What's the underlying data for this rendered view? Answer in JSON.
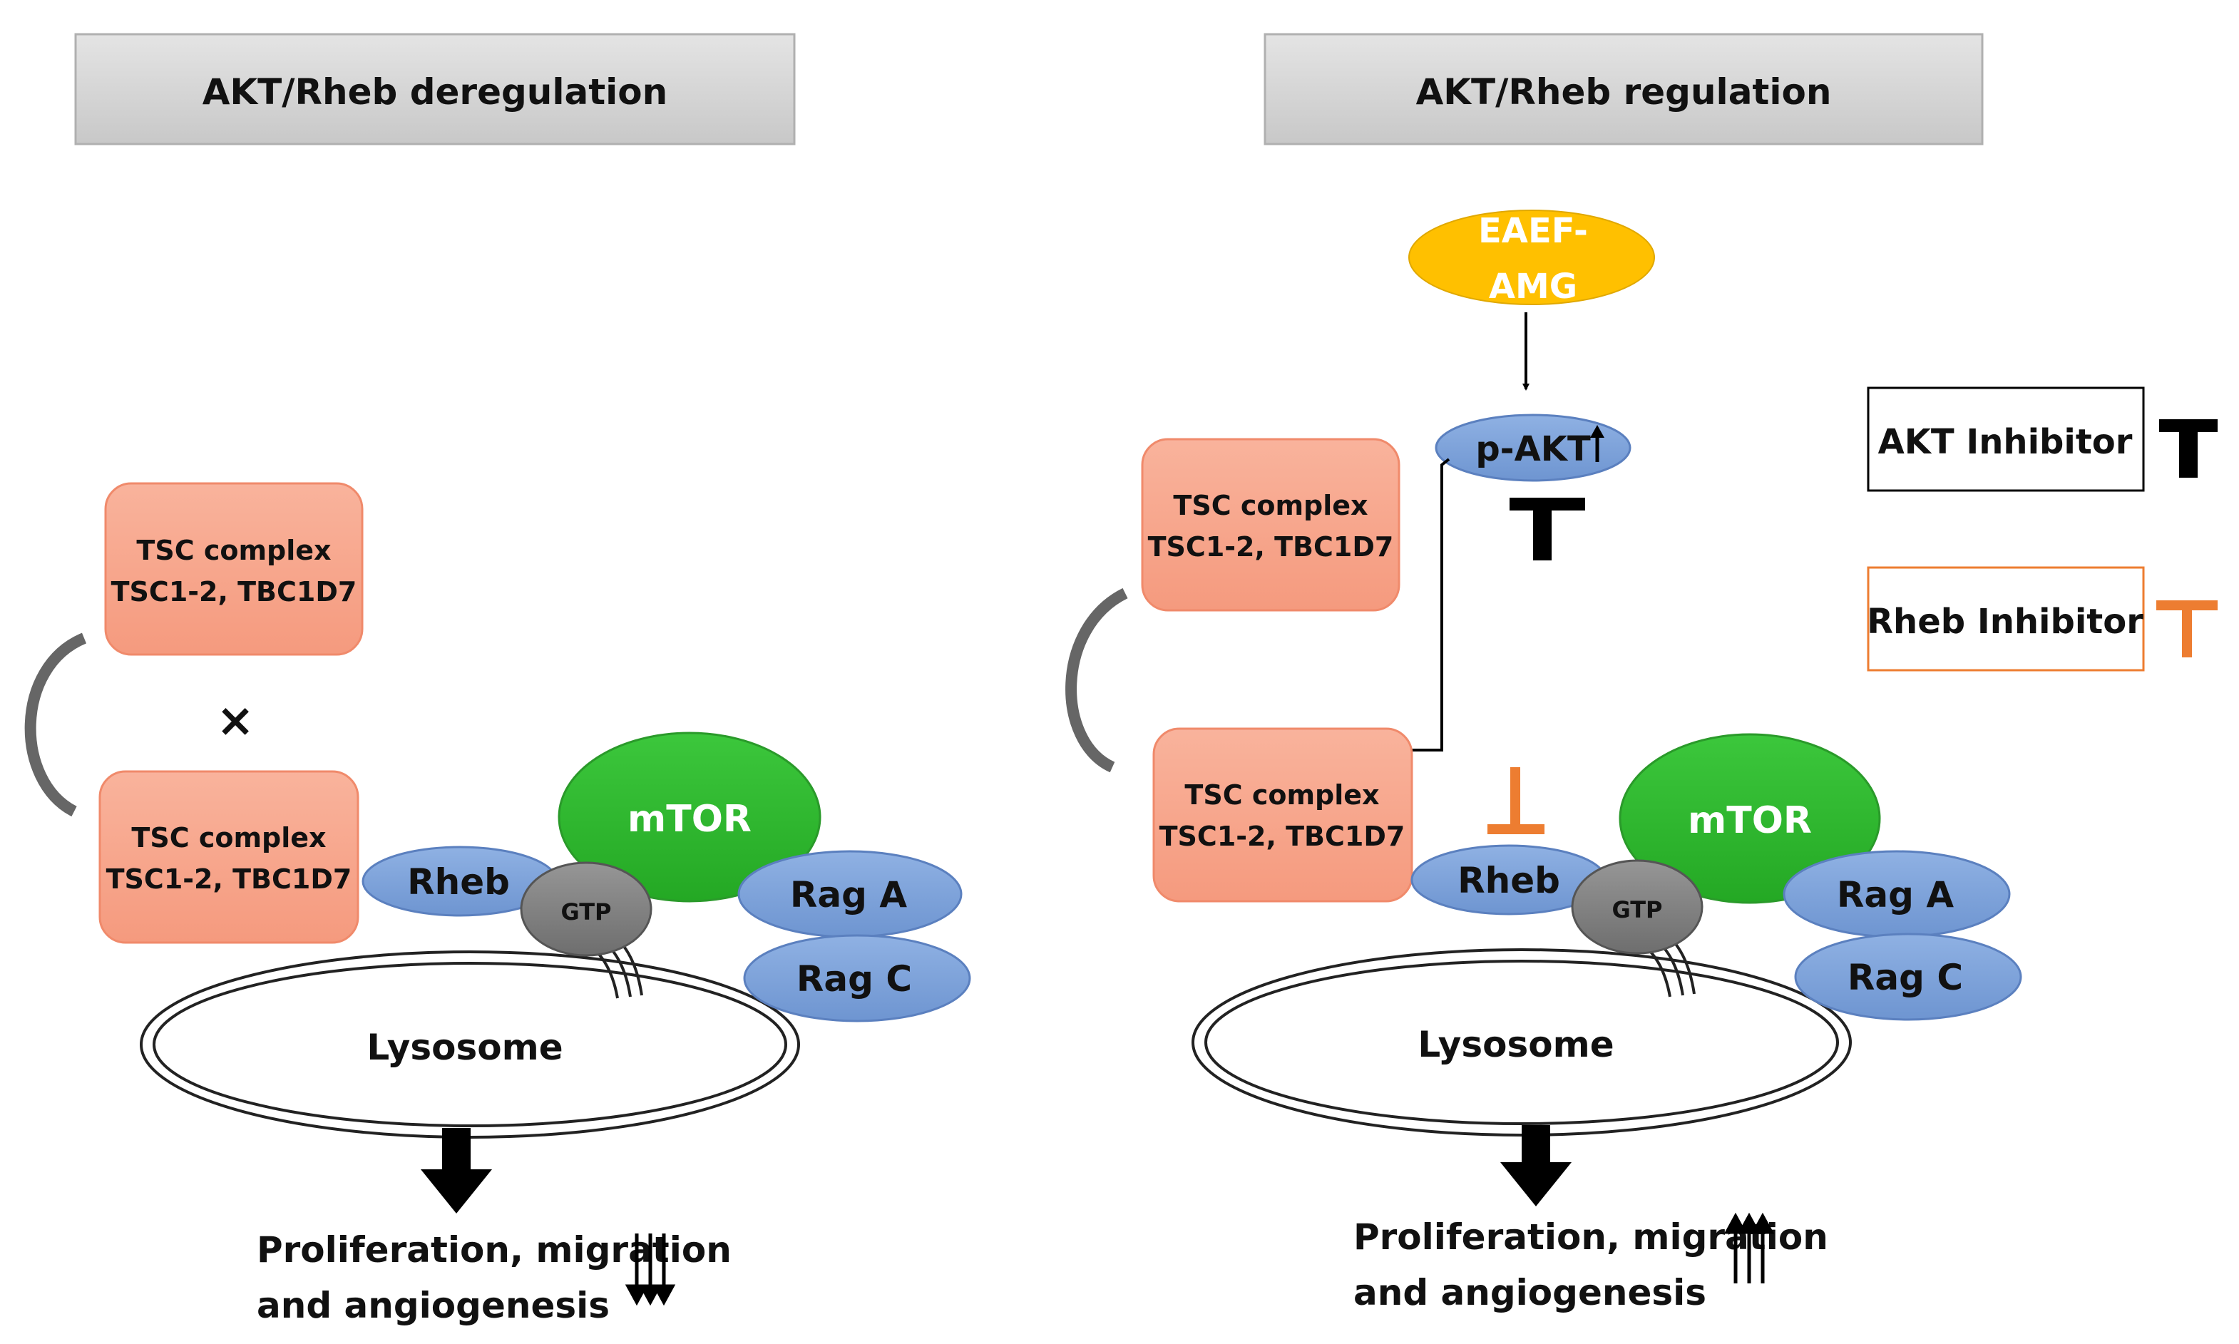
{
  "left_panel": {
    "header": "AKT/Rheb deregulation",
    "tsc_top": {
      "line1": "TSC complex",
      "line2": "TSC1-2, TBC1D7"
    },
    "cross": "×",
    "tsc_bottom": {
      "line1": "TSC complex",
      "line2": "TSC1-2, TBC1D7"
    },
    "rheb": "Rheb",
    "gtp": "GTP",
    "mtor": "mTOR",
    "rag_a": "Rag A",
    "rag_c": "Rag C",
    "lysosome": "Lysosome",
    "outcome": {
      "line1": "Proliferation, migration",
      "line2": "and angiogenesis"
    },
    "outcome_trend": "down"
  },
  "right_panel": {
    "header": "AKT/Rheb regulation",
    "eaef": {
      "line1": "EAEF-",
      "line2": "AMG"
    },
    "pakt": "p-AKT",
    "tsc_top": {
      "line1": "TSC complex",
      "line2": "TSC1-2, TBC1D7"
    },
    "tsc_bottom": {
      "line1": "TSC complex",
      "line2": "TSC1-2, TBC1D7"
    },
    "rheb": "Rheb",
    "gtp": "GTP",
    "mtor": "mTOR",
    "rag_a": "Rag A",
    "rag_c": "Rag C",
    "lysosome": "Lysosome",
    "outcome": {
      "line1": "Proliferation, migration",
      "line2": "and angiogenesis"
    },
    "outcome_trend": "up"
  },
  "legend": {
    "akt_inhibitor": "AKT Inhibitor",
    "rheb_inhibitor": "Rheb Inhibitor"
  },
  "colors": {
    "header_bg": "#d6d6d6",
    "tsc": "#f7a48a",
    "tsc_border": "#f08a6b",
    "blue_node": "#7ea3d9",
    "blue_border": "#5b80bf",
    "mtor": "#2eb82e",
    "gtp": "#808080",
    "eaef": "#ffc000",
    "rheb_inhibitor": "#ed7d31",
    "akt_inhibitor": "#000000"
  }
}
